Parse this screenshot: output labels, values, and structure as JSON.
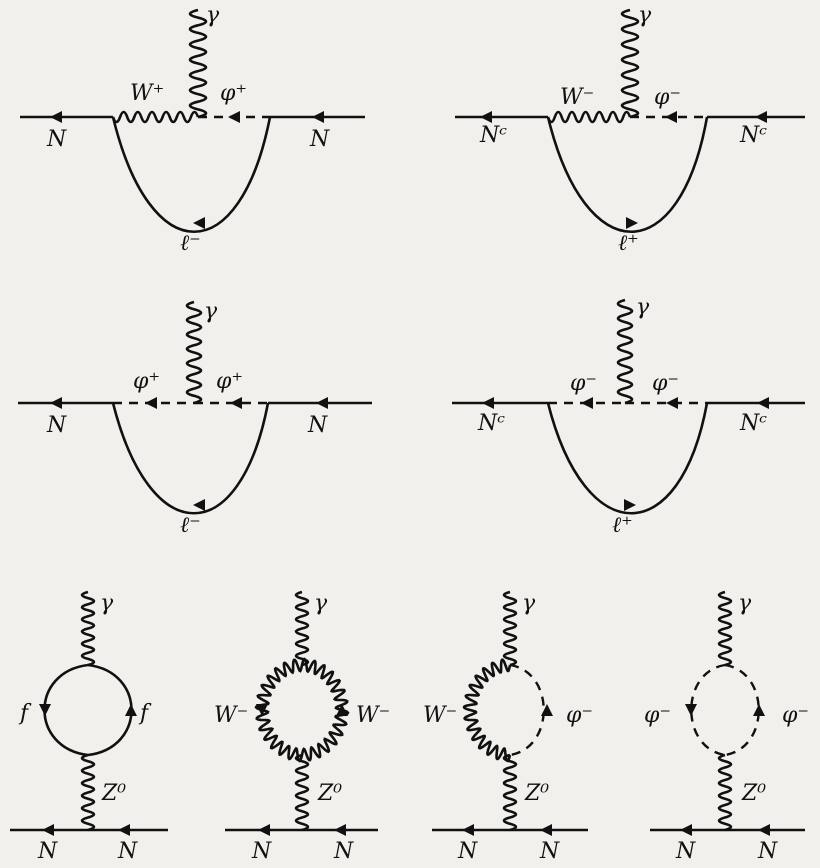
{
  "diagrams": [
    {
      "id": "d1",
      "labels": {
        "photon": "γ",
        "boson_left": "W⁺",
        "boson_right": "φ⁺",
        "in": "N",
        "out": "N",
        "loop": "ℓ⁻"
      }
    },
    {
      "id": "d2",
      "labels": {
        "photon": "γ",
        "boson_left": "W⁻",
        "boson_right": "φ⁻",
        "in": "Nᶜ",
        "out": "Nᶜ",
        "loop": "ℓ⁺"
      }
    },
    {
      "id": "d3",
      "labels": {
        "photon": "γ",
        "boson_left": "φ⁺",
        "boson_right": "φ⁺",
        "in": "N",
        "out": "N",
        "loop": "ℓ⁻"
      }
    },
    {
      "id": "d4",
      "labels": {
        "photon": "γ",
        "boson_left": "φ⁻",
        "boson_right": "φ⁻",
        "in": "Nᶜ",
        "out": "Nᶜ",
        "loop": "ℓ⁺"
      }
    },
    {
      "id": "d5",
      "labels": {
        "photon": "γ",
        "loop_left": "f",
        "loop_right": "f",
        "z": "Z⁰",
        "in": "N",
        "out": "N"
      }
    },
    {
      "id": "d6",
      "labels": {
        "photon": "γ",
        "loop_left": "W⁻",
        "loop_right": "W⁻",
        "z": "Z⁰",
        "in": "N",
        "out": "N"
      }
    },
    {
      "id": "d7",
      "labels": {
        "photon": "γ",
        "loop_left": "W⁻",
        "loop_right": "φ⁻",
        "z": "Z⁰",
        "in": "N",
        "out": "N"
      }
    },
    {
      "id": "d8",
      "labels": {
        "photon": "γ",
        "loop_left": "φ⁻",
        "loop_right": "φ⁻",
        "z": "Z⁰",
        "in": "N",
        "out": "N"
      }
    }
  ]
}
